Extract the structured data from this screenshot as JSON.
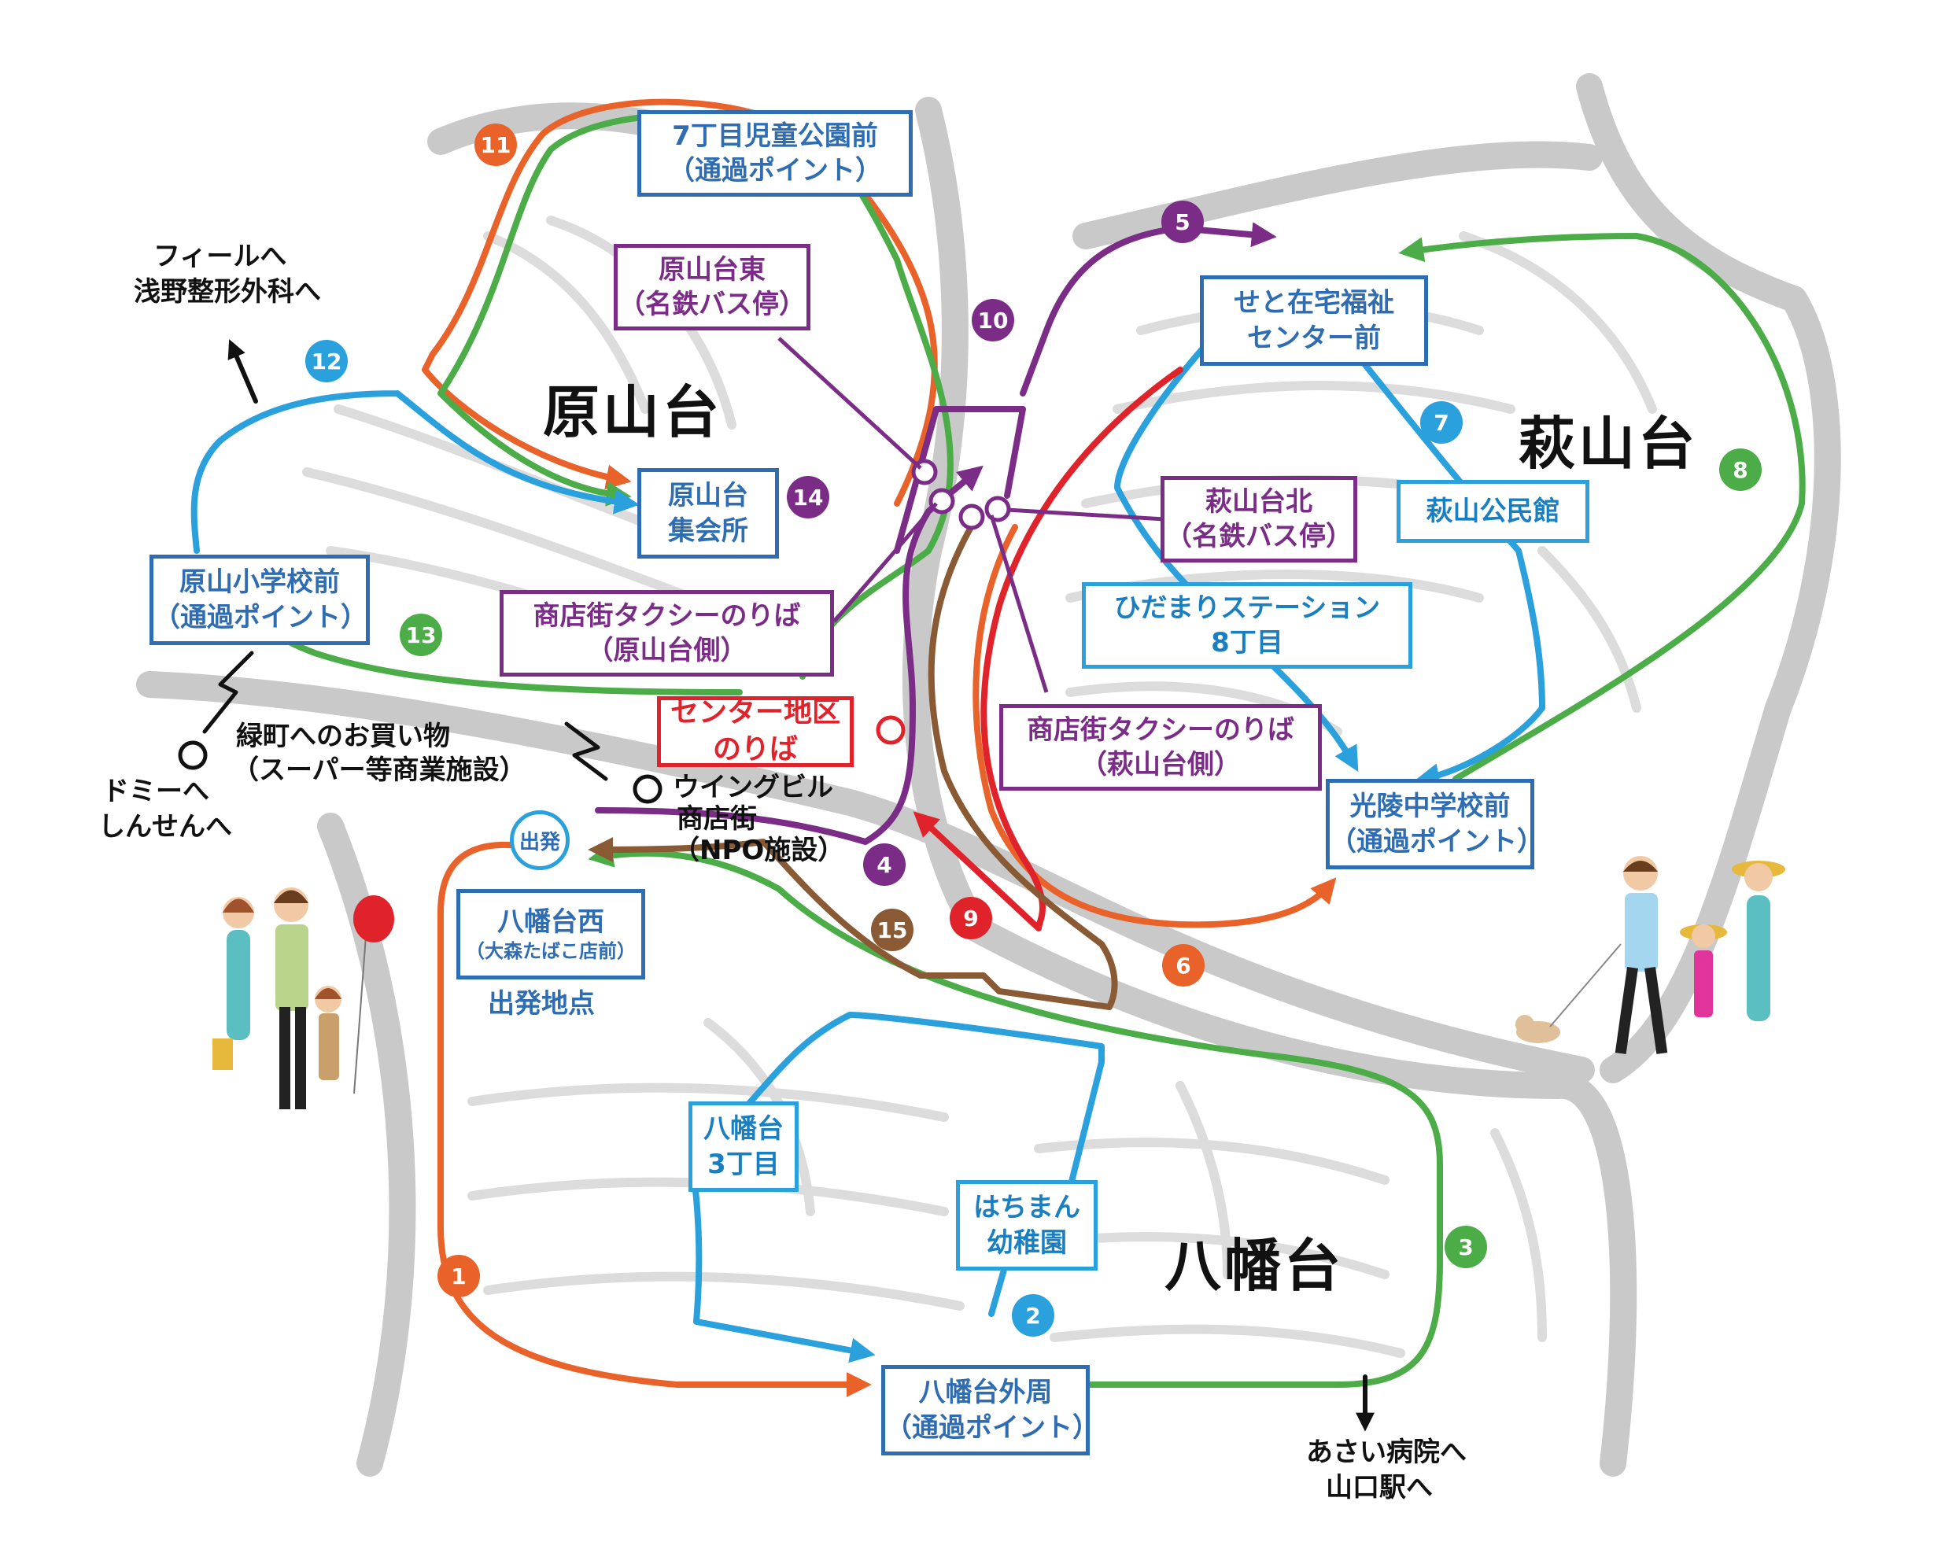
{
  "colors": {
    "road": "#cfcfcf",
    "road_edge": "#9e9e9e",
    "orange": "#e8622a",
    "green": "#4cad48",
    "blue": "#2aa0dc",
    "purple": "#7a2c86",
    "red": "#e0232b",
    "brown": "#8a5a34",
    "dark_blue": "#2f6db3"
  },
  "areas": {
    "harayamadai": "原山台",
    "hagiyamadai": "萩山台",
    "hachimandai": "八幡台"
  },
  "stops": {
    "park7": {
      "line1": "7丁目児童公園前",
      "line2": "（通過ポイント）"
    },
    "harayama_east": {
      "line1": "原山台東",
      "line2": "（名鉄バス停）"
    },
    "harayama_hall": {
      "line1": "原山台",
      "line2": "集会所"
    },
    "harayama_school": {
      "line1": "原山小学校前",
      "line2": "（通過ポイント）"
    },
    "taxi_harayama": {
      "line1": "商店街タクシーのりば",
      "line2": "（原山台側）"
    },
    "center": {
      "line1": "センター地区のりば"
    },
    "seto_welfare": {
      "line1": "せと在宅福祉",
      "line2": "センター前"
    },
    "hagiyama_hall": {
      "line1": "萩山公民館"
    },
    "hagiyama_north": {
      "line1": "萩山台北",
      "line2": "（名鉄バス停）"
    },
    "hidamari": {
      "line1": "ひだまりステーション",
      "line2": "8丁目"
    },
    "taxi_hagiyama": {
      "line1": "商店街タクシーのりば",
      "line2": "（萩山台側）"
    },
    "koryo": {
      "line1": "光陵中学校前",
      "line2": "（通過ポイント）"
    },
    "hachiman_west": {
      "line1": "八幡台西",
      "line2": "（大森たばこ店前）"
    },
    "hachiman_3": {
      "line1": "八幡台",
      "line2": "3丁目"
    },
    "kindergarten": {
      "line1": "はちまん",
      "line2": "幼稚園"
    },
    "hachiman_outer": {
      "line1": "八幡台外周",
      "line2": "（通過ポイント）"
    }
  },
  "labels": {
    "feel": "フィールへ",
    "asano": "浅野整形外科へ",
    "midori_1": "緑町へのお買い物",
    "midori_2": "（スーパー等商業施設）",
    "domy": "ドミーへ",
    "shinsen": "しんせんへ",
    "wing_1": "ウイングビル",
    "wing_2": "商店街",
    "wing_3": "（NPO施設）",
    "start": "出発",
    "start_point": "出発地点",
    "asai": "あさい病院へ",
    "yamaguchi": "山口駅へ"
  },
  "badges": [
    {
      "num": "1",
      "color": "#e8622a"
    },
    {
      "num": "2",
      "color": "#2aa0dc"
    },
    {
      "num": "3",
      "color": "#4cad48"
    },
    {
      "num": "4",
      "color": "#7a2c86"
    },
    {
      "num": "5",
      "color": "#7a2c86"
    },
    {
      "num": "6",
      "color": "#e8622a"
    },
    {
      "num": "7",
      "color": "#2aa0dc"
    },
    {
      "num": "8",
      "color": "#4cad48"
    },
    {
      "num": "9",
      "color": "#e0232b"
    },
    {
      "num": "10",
      "color": "#7a2c86"
    },
    {
      "num": "11",
      "color": "#e8622a"
    },
    {
      "num": "12",
      "color": "#2aa0dc"
    },
    {
      "num": "13",
      "color": "#4cad48"
    },
    {
      "num": "14",
      "color": "#7a2c86"
    },
    {
      "num": "15",
      "color": "#8a5a34"
    }
  ]
}
